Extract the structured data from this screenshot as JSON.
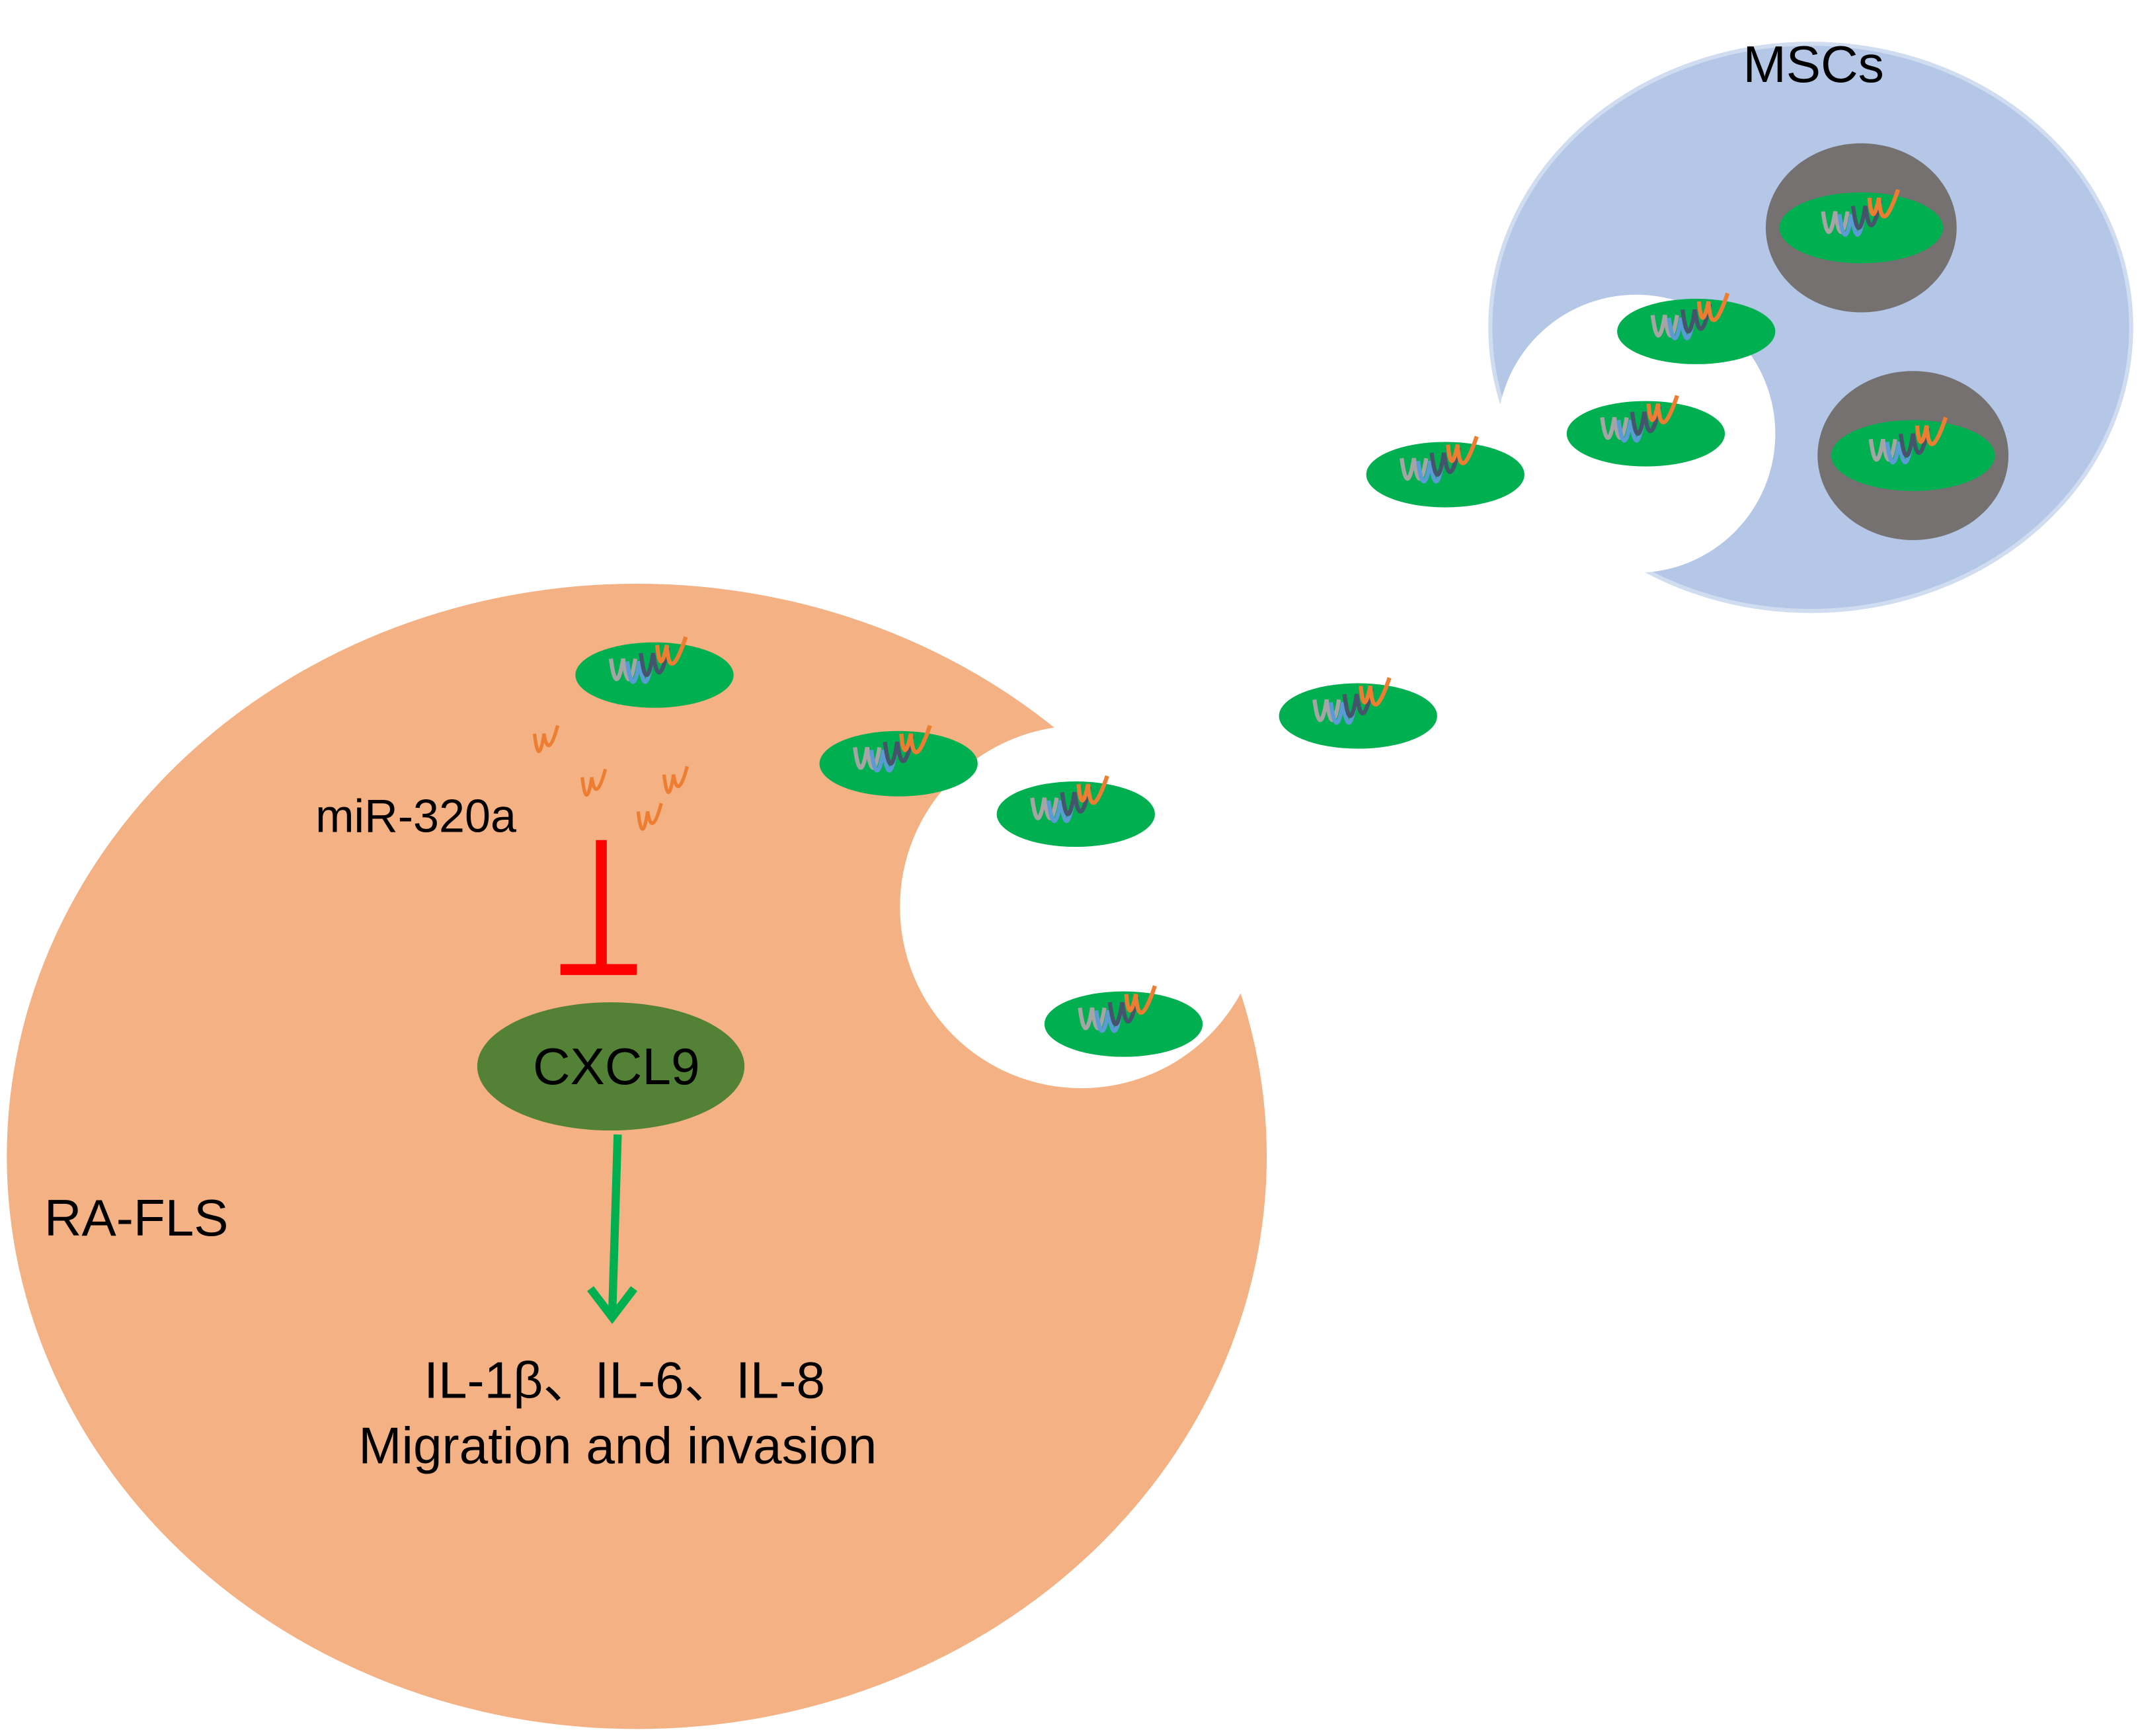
{
  "labels": {
    "msc": "MSCs",
    "ra_fls": "RA-FLS",
    "mirna": "miR-320a",
    "target": "CXCL9",
    "cytokines": "IL-1β、IL-6、IL-8",
    "effects": "Migration and invasion"
  },
  "colors": {
    "msc_cell": "#b4c7e7",
    "ra_fls_cell": "#f4b183",
    "exosome": "#00b050",
    "nucleus": "#767171",
    "cxcl9": "#538135",
    "inhibition": "#ff0000",
    "activation": "#00b050",
    "mirna": "#ed7d31"
  }
}
